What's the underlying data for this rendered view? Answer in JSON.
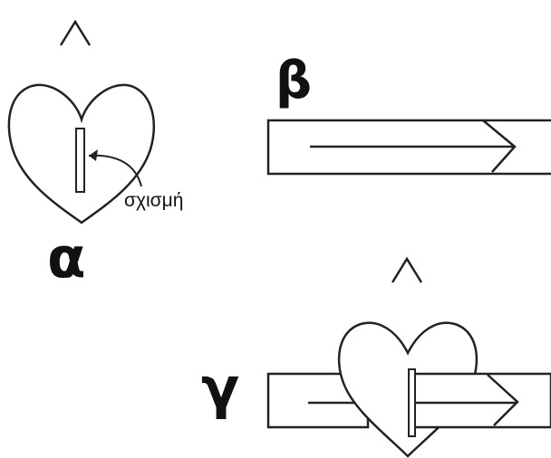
{
  "panels": {
    "a": {
      "label": "α",
      "slit_label": "σχισμή"
    },
    "b": {
      "label": "β"
    },
    "c": {
      "label": "γ"
    }
  },
  "colors": {
    "ink": "#222222",
    "background": "#ffffff"
  }
}
